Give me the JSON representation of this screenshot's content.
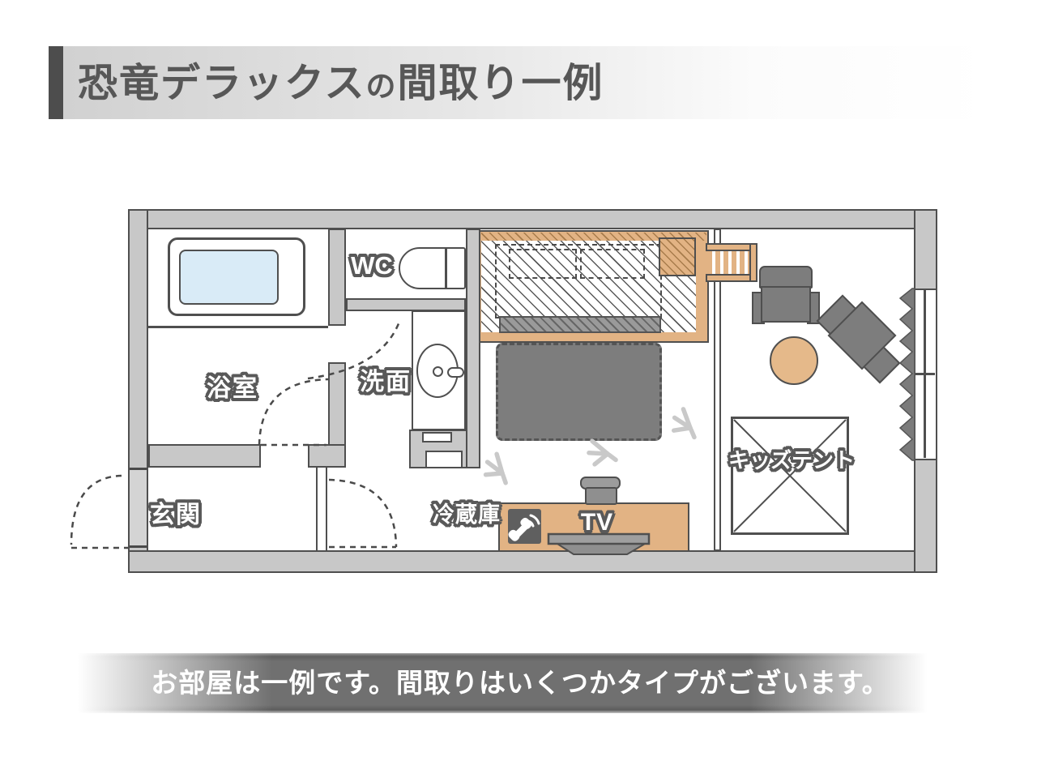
{
  "header": {
    "title_main": "恐竜デラックス",
    "title_particle": "の",
    "title_rest": "間取り一例"
  },
  "floorplan": {
    "labels": {
      "bathroom": "浴室",
      "toilet": "WC",
      "washroom": "洗面",
      "entrance": "玄関",
      "fridge": "冷蔵庫",
      "tv": "TV",
      "kids_tent": "キッズテント"
    },
    "features": [
      "loft-bed-with-ladder",
      "lower-bed",
      "kids-tent",
      "armchair",
      "lounge-chair",
      "round-table",
      "tv-counter",
      "phone",
      "kettle",
      "bathtub",
      "toilet",
      "washbasin",
      "curtained-window",
      "dinosaur-footprints"
    ]
  },
  "footer": {
    "notice": "お部屋は一例です。間取りはいくつかタイプがございます。"
  },
  "colors": {
    "wall_fill": "#c8c8c8",
    "outline": "#4f4f4f",
    "wood": "#e2b384",
    "bath_water": "#d9ebf7",
    "furniture_gray": "#7d7d7d",
    "footprint": "#c9c9c9",
    "label_outline": "#595959",
    "title_accent": "#4d4d4d",
    "footer_bar": "#707070"
  },
  "icons": {
    "phone": "phone-receiver-icon",
    "footprint": "dinosaur-footprint-icon"
  }
}
